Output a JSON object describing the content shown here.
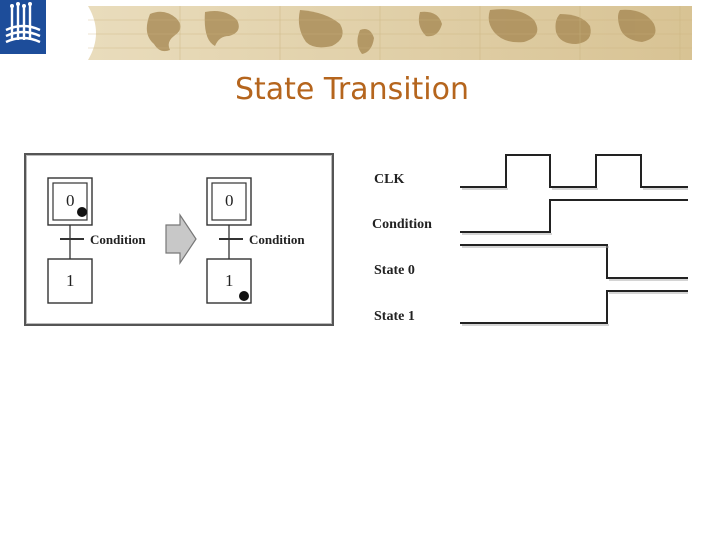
{
  "slide": {
    "title": "State Transition"
  },
  "grafcet": {
    "before": {
      "initial_step": "0",
      "next_step": "1",
      "transition_label": "Condition"
    },
    "after": {
      "initial_step": "0",
      "next_step": "1",
      "transition_label": "Condition"
    }
  },
  "timing": {
    "signals": [
      {
        "label": "CLK"
      },
      {
        "label": "Condition"
      },
      {
        "label": "State 0"
      },
      {
        "label": "State 1"
      }
    ]
  },
  "colors": {
    "title": "#b5651d",
    "banner_map": "#d9c79e",
    "logo": "#1d4d9a"
  }
}
